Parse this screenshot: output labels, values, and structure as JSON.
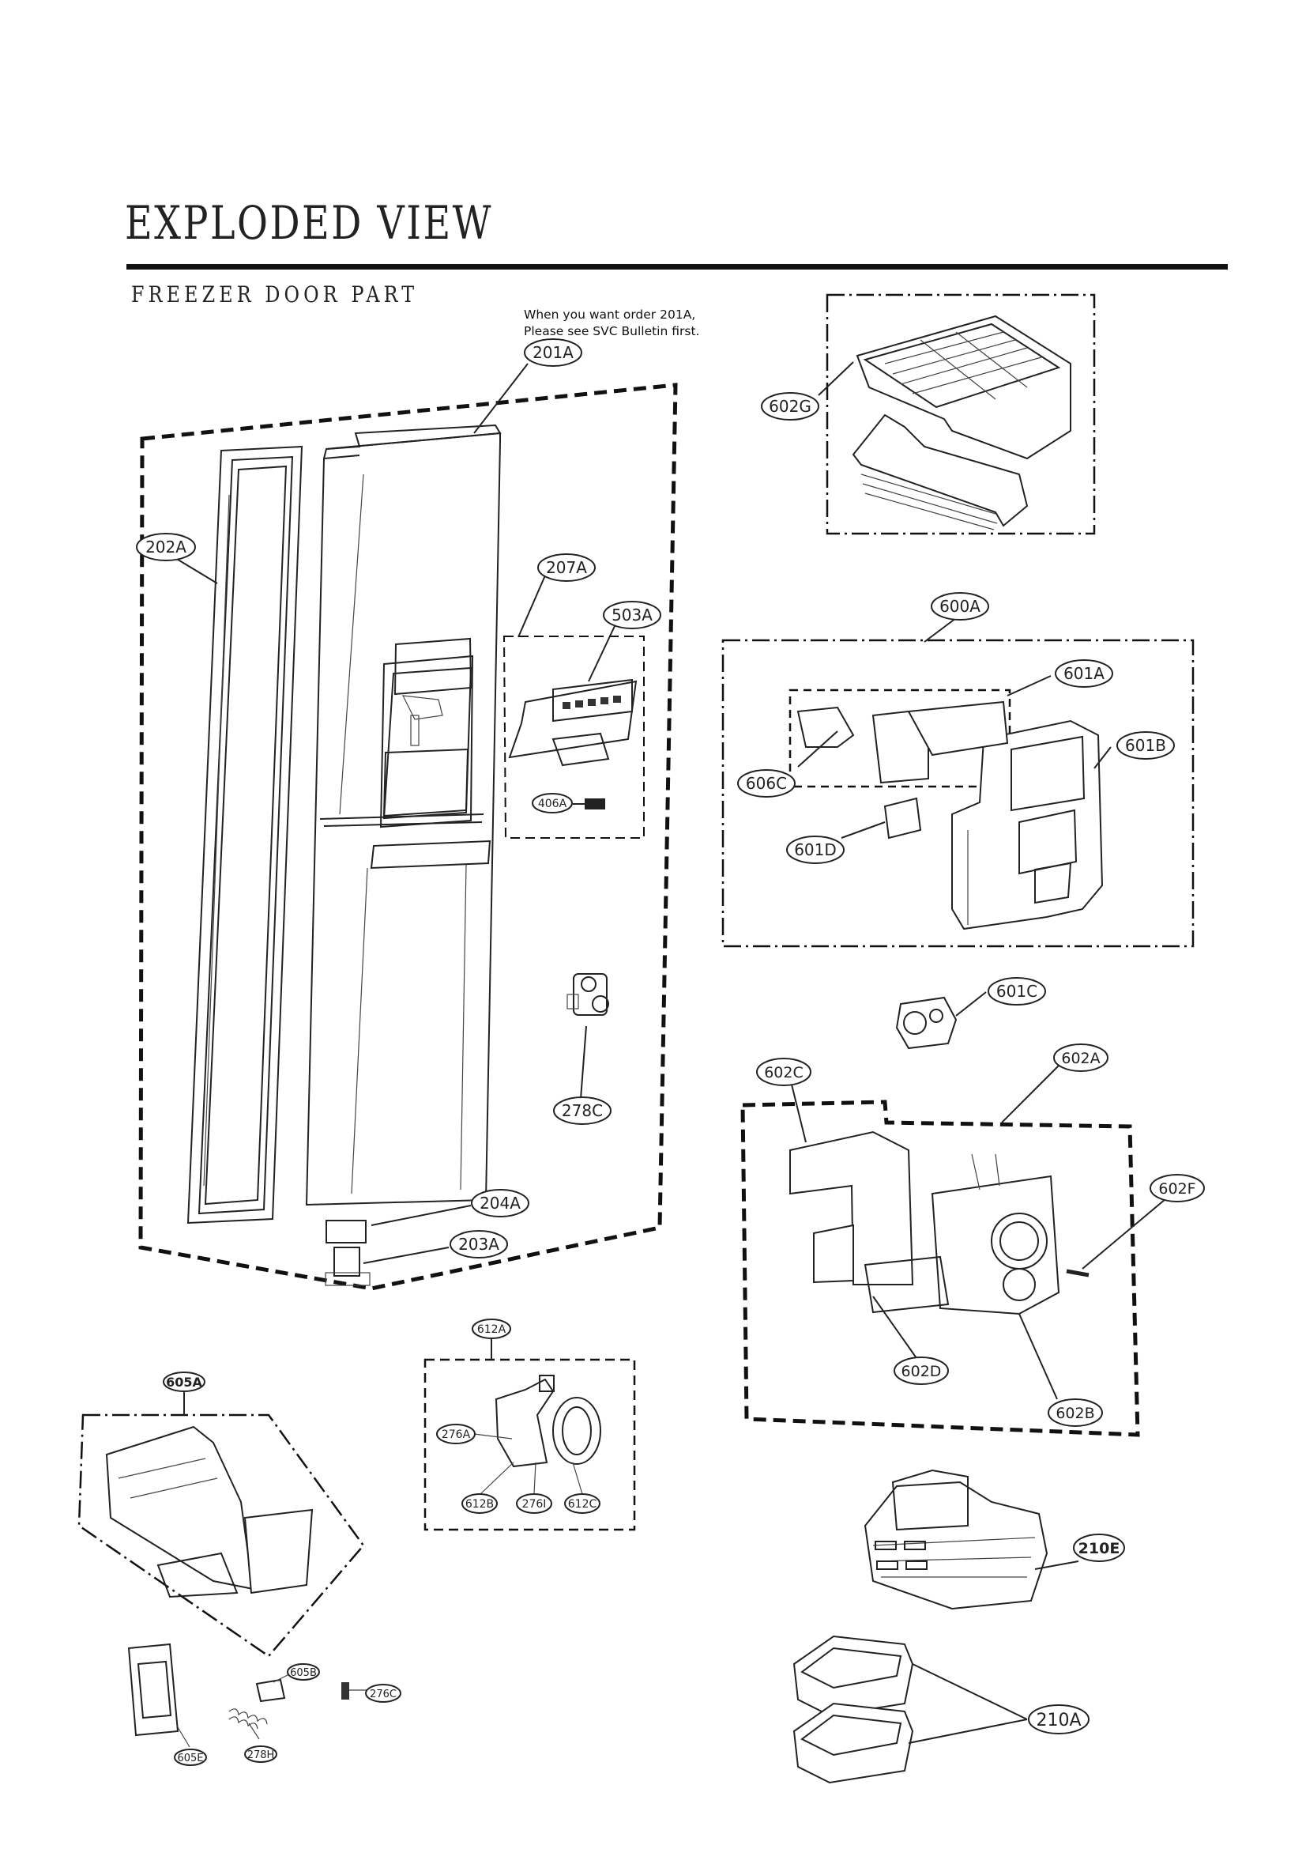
{
  "header": {
    "title": "EXPLODED VIEW",
    "subtitle": "FREEZER DOOR PART"
  },
  "note": {
    "line1": "When you want order 201A,",
    "line2": "Please see SVC Bulletin first."
  },
  "callouts": {
    "c201A": "201A",
    "c202A": "202A",
    "c207A": "207A",
    "c503A": "503A",
    "c406A": "406A",
    "c278C": "278C",
    "c204A": "204A",
    "c203A": "203A",
    "c602G": "602G",
    "c600A": "600A",
    "c601A": "601A",
    "c601B": "601B",
    "c606C": "606C",
    "c601D": "601D",
    "c601C": "601C",
    "c602C": "602C",
    "c602A": "602A",
    "c602F": "602F",
    "c602D": "602D",
    "c602B": "602B",
    "c612A": "612A",
    "c276A": "276A",
    "c612B": "612B",
    "c276I": "276I",
    "c612C": "612C",
    "c605A": "605A",
    "c605B": "605B",
    "c276C": "276C",
    "c605E": "605E",
    "c278H": "278H",
    "c210E": "210E",
    "c210A": "210A"
  }
}
